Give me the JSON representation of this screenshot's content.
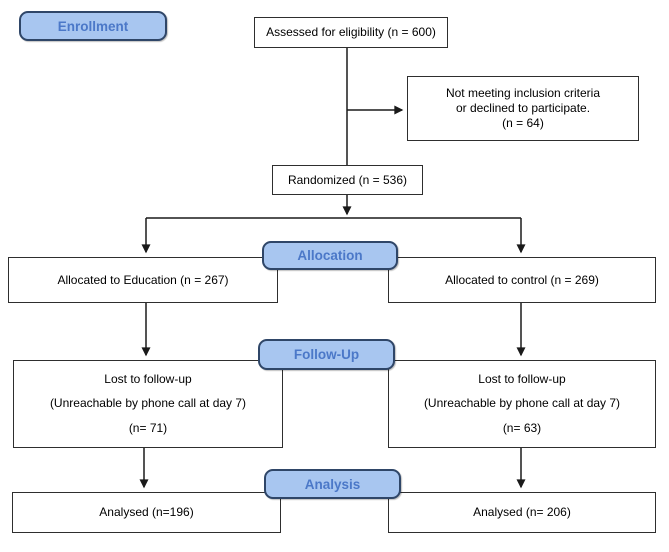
{
  "stage_labels": {
    "enrollment": "Enrollment",
    "allocation": "Allocation",
    "followup": "Follow-Up",
    "analysis": "Analysis"
  },
  "boxes": {
    "assessed": {
      "text": "Assessed for eligibility (n = 600)"
    },
    "not_meeting": {
      "lines": [
        "Not meeting inclusion criteria",
        "or declined to participate.",
        "(n = 64)"
      ]
    },
    "randomized": {
      "text": "Randomized (n = 536)"
    },
    "allocated_education": {
      "text": "Allocated to Education (n = 267)"
    },
    "allocated_control": {
      "text": "Allocated to control (n = 269)"
    },
    "lost_education": {
      "lines": [
        "Lost to follow-up",
        "(Unreachable by phone call at day 7)",
        "(n= 71)"
      ]
    },
    "lost_control": {
      "lines": [
        "Lost to follow-up",
        "(Unreachable by phone call at day 7)",
        "(n= 63)"
      ]
    },
    "analysed_education": {
      "text": "Analysed (n=196)"
    },
    "analysed_control": {
      "text": "Analysed (n= 206)"
    }
  },
  "counts": {
    "assessed": 600,
    "excluded": 64,
    "randomized": 536,
    "allocated_education": 267,
    "allocated_control": 269,
    "lost_education": 71,
    "lost_control": 63,
    "analysed_education": 196,
    "analysed_control": 206
  },
  "colors": {
    "stage_fill": "#A8C6F0",
    "stage_border": "#2F4668",
    "stage_text": "#4B78C8",
    "box_background": "#FFFFFF",
    "box_border": "#2E2E2E",
    "connector": "#1A1A1A"
  }
}
